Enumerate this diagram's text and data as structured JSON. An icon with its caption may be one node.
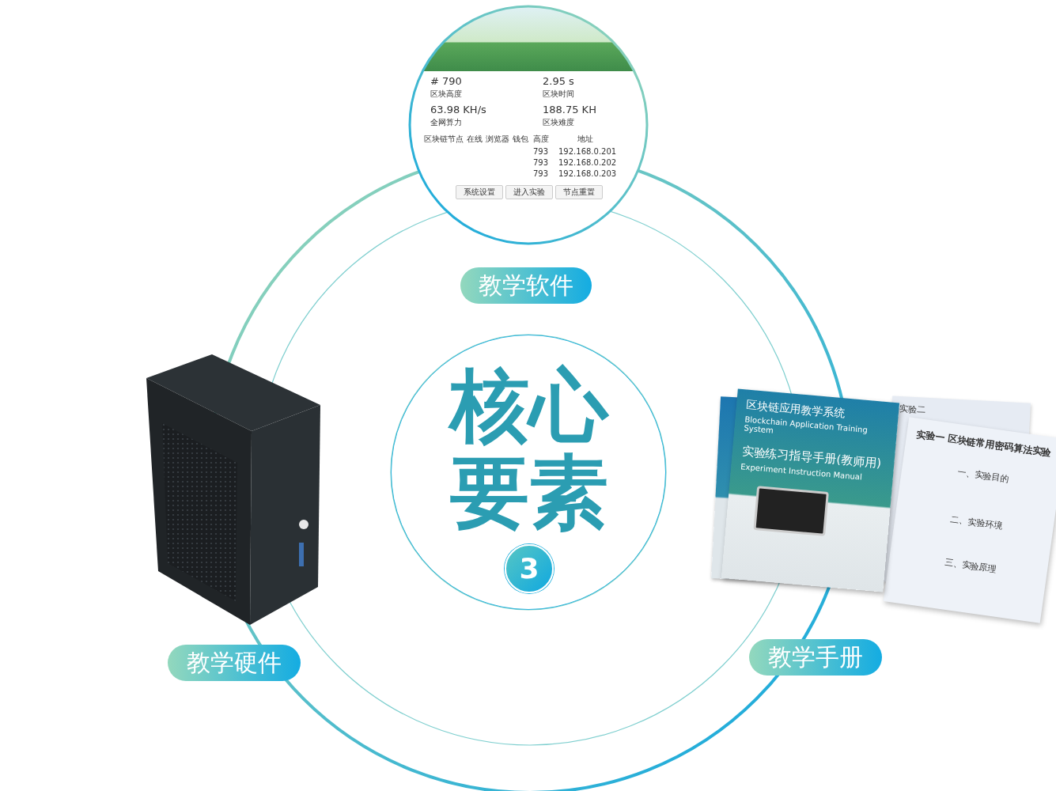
{
  "diagram": {
    "nodes": [
      {
        "text": [
          "核心要素"
        ]
      },
      {
        "text": [
          "3"
        ],
        "in": 0
      },
      {
        "text": [
          "教学软件"
        ]
      },
      {
        "text": [
          "教学硬件"
        ]
      },
      {
        "text": [
          "教学手册"
        ]
      }
    ],
    "labels": [
      "# 790",
      "区块高度",
      "2.95 s",
      "区块时间",
      "63.98 KH/s",
      "全网算力",
      "188.75 KH",
      "区块难度",
      "区块链节点",
      "在线",
      "浏览器",
      "钱包",
      "高度",
      "地址",
      "793",
      "192.168.0.201",
      "793",
      "192.168.0.202",
      "793",
      "192.168.0.203",
      "系统设置",
      "进入实验",
      "节点重置",
      "区块链应用教学系统",
      "Blockchain Application Training System",
      "实验练习指导手册(教师用)",
      "Experiment Instruction Manual",
      "实验二",
      "实验一 区块链常用密码算法实验",
      "一、实验目的",
      "二、实验环境",
      "三、实验原理"
    ]
  }
}
